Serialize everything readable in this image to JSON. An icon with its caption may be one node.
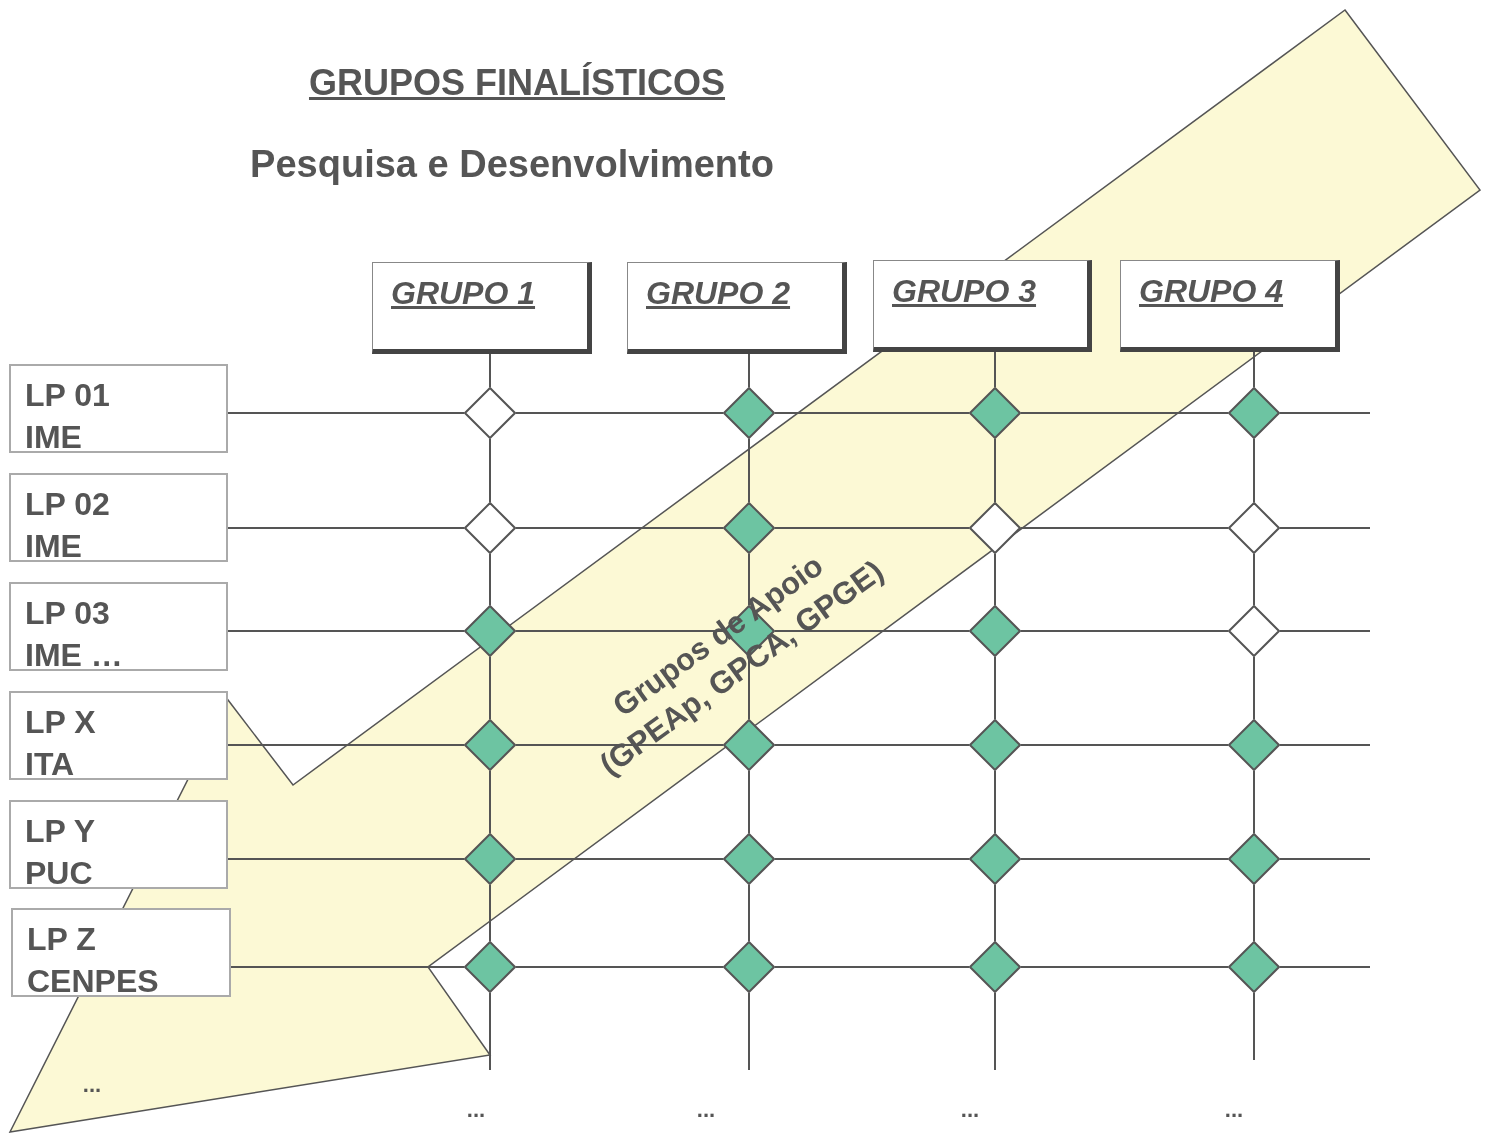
{
  "diagram": {
    "title": "GRUPOS FINALÍSTICOS",
    "nodes": [
      {
        "text": [
          "GRUPO 1"
        ]
      },
      {
        "text": [
          "GRUPO 2"
        ]
      },
      {
        "text": [
          "GRUPO 3"
        ]
      },
      {
        "text": [
          "GRUPO 4"
        ]
      },
      {
        "text": [
          "LP 01",
          "IME"
        ]
      },
      {
        "text": [
          "LP 02",
          "IME"
        ]
      },
      {
        "text": [
          "LP 03",
          "IME …"
        ]
      },
      {
        "text": [
          "LP X",
          "ITA"
        ]
      },
      {
        "text": [
          "LP Y",
          "PUC"
        ]
      },
      {
        "text": [
          "LP Z",
          "CENPES"
        ]
      },
      {
        "text": [],
        "shape": "diamond"
      },
      {
        "text": [],
        "shape": "diamond"
      },
      {
        "text": [],
        "shape": "diamond"
      },
      {
        "text": [],
        "shape": "diamond"
      },
      {
        "text": [],
        "shape": "diamond"
      },
      {
        "text": [],
        "shape": "diamond"
      },
      {
        "text": [],
        "shape": "diamond"
      },
      {
        "text": [],
        "shape": "diamond"
      },
      {
        "text": [],
        "shape": "diamond"
      },
      {
        "text": [],
        "shape": "diamond"
      },
      {
        "text": [],
        "shape": "diamond"
      },
      {
        "text": [],
        "shape": "diamond"
      },
      {
        "text": [],
        "shape": "diamond"
      },
      {
        "text": [],
        "shape": "diamond"
      },
      {
        "text": [],
        "shape": "diamond"
      },
      {
        "text": [],
        "shape": "diamond"
      },
      {
        "text": [],
        "shape": "diamond"
      },
      {
        "text": [],
        "shape": "diamond"
      },
      {
        "text": [],
        "shape": "diamond"
      },
      {
        "text": [],
        "shape": "diamond"
      },
      {
        "text": [],
        "shape": "diamond"
      },
      {
        "text": [],
        "shape": "diamond"
      },
      {
        "text": [],
        "shape": "diamond"
      },
      {
        "text": [],
        "shape": "diamond"
      }
    ],
    "edges": [
      {
        "from": 0,
        "to": 10,
        "arrow": "none"
      },
      {
        "from": 10,
        "to": 14,
        "arrow": "none"
      },
      {
        "from": 14,
        "to": 18,
        "arrow": "none"
      },
      {
        "from": 18,
        "to": 22,
        "arrow": "none"
      },
      {
        "from": 22,
        "to": 26,
        "arrow": "none"
      },
      {
        "from": 26,
        "to": 30,
        "arrow": "none"
      },
      {
        "from": 30,
        "to": null,
        "arrow": "none"
      },
      {
        "from": 1,
        "to": 11,
        "arrow": "none"
      },
      {
        "from": 11,
        "to": 15,
        "arrow": "none"
      },
      {
        "from": 15,
        "to": 19,
        "arrow": "none"
      },
      {
        "from": 19,
        "to": 23,
        "arrow": "none"
      },
      {
        "from": 23,
        "to": 27,
        "arrow": "none"
      },
      {
        "from": 27,
        "to": 31,
        "arrow": "none"
      },
      {
        "from": 31,
        "to": null,
        "arrow": "none"
      },
      {
        "from": 2,
        "to": 12,
        "arrow": "none"
      },
      {
        "from": 12,
        "to": 16,
        "arrow": "none"
      },
      {
        "from": 16,
        "to": 20,
        "arrow": "none"
      },
      {
        "from": 20,
        "to": 24,
        "arrow": "none"
      },
      {
        "from": 24,
        "to": 28,
        "arrow": "none"
      },
      {
        "from": 28,
        "to": 32,
        "arrow": "none"
      },
      {
        "from": 32,
        "to": null,
        "arrow": "none"
      },
      {
        "from": 3,
        "to": 13,
        "arrow": "none"
      },
      {
        "from": 13,
        "to": 17,
        "arrow": "none"
      },
      {
        "from": 17,
        "to": 21,
        "arrow": "none"
      },
      {
        "from": 21,
        "to": 25,
        "arrow": "none"
      },
      {
        "from": 25,
        "to": 29,
        "arrow": "none"
      },
      {
        "from": 29,
        "to": 33,
        "arrow": "none"
      },
      {
        "from": 33,
        "to": null,
        "arrow": "none"
      },
      {
        "from": 4,
        "to": 10,
        "arrow": "none"
      },
      {
        "from": 10,
        "to": 11,
        "arrow": "none"
      },
      {
        "from": 11,
        "to": 12,
        "arrow": "none"
      },
      {
        "from": 12,
        "to": 13,
        "arrow": "none"
      },
      {
        "from": 13,
        "to": null,
        "arrow": "none"
      },
      {
        "from": 5,
        "to": 14,
        "arrow": "none"
      },
      {
        "from": 14,
        "to": 15,
        "arrow": "none"
      },
      {
        "from": 15,
        "to": 16,
        "arrow": "none"
      },
      {
        "from": 16,
        "to": 17,
        "arrow": "none"
      },
      {
        "from": 17,
        "to": null,
        "arrow": "none"
      },
      {
        "from": 6,
        "to": 18,
        "arrow": "none"
      },
      {
        "from": 18,
        "to": 19,
        "arrow": "none"
      },
      {
        "from": 19,
        "to": 20,
        "arrow": "none"
      },
      {
        "from": 20,
        "to": 21,
        "arrow": "none"
      },
      {
        "from": 21,
        "to": null,
        "arrow": "none"
      },
      {
        "from": 7,
        "to": 22,
        "arrow": "none"
      },
      {
        "from": 22,
        "to": 23,
        "arrow": "none"
      },
      {
        "from": 23,
        "to": 24,
        "arrow": "none"
      },
      {
        "from": 24,
        "to": 25,
        "arrow": "none"
      },
      {
        "from": 25,
        "to": null,
        "arrow": "none"
      },
      {
        "from": 8,
        "to": 26,
        "arrow": "none"
      },
      {
        "from": 26,
        "to": 27,
        "arrow": "none"
      },
      {
        "from": 27,
        "to": 28,
        "arrow": "none"
      },
      {
        "from": 28,
        "to": 29,
        "arrow": "none"
      },
      {
        "from": 29,
        "to": null,
        "arrow": "none"
      },
      {
        "from": 9,
        "to": 30,
        "arrow": "none"
      },
      {
        "from": 30,
        "to": 31,
        "arrow": "none"
      },
      {
        "from": 31,
        "to": 32,
        "arrow": "none"
      },
      {
        "from": 32,
        "to": 33,
        "arrow": "none"
      },
      {
        "from": 33,
        "to": null,
        "arrow": "none"
      }
    ],
    "labels": [
      "Pesquisa e Desenvolvimento",
      "Grupos de Apoio (GPEAp, GPCA, GPGE)",
      "...",
      "...",
      "...",
      "...",
      "..."
    ]
  }
}
